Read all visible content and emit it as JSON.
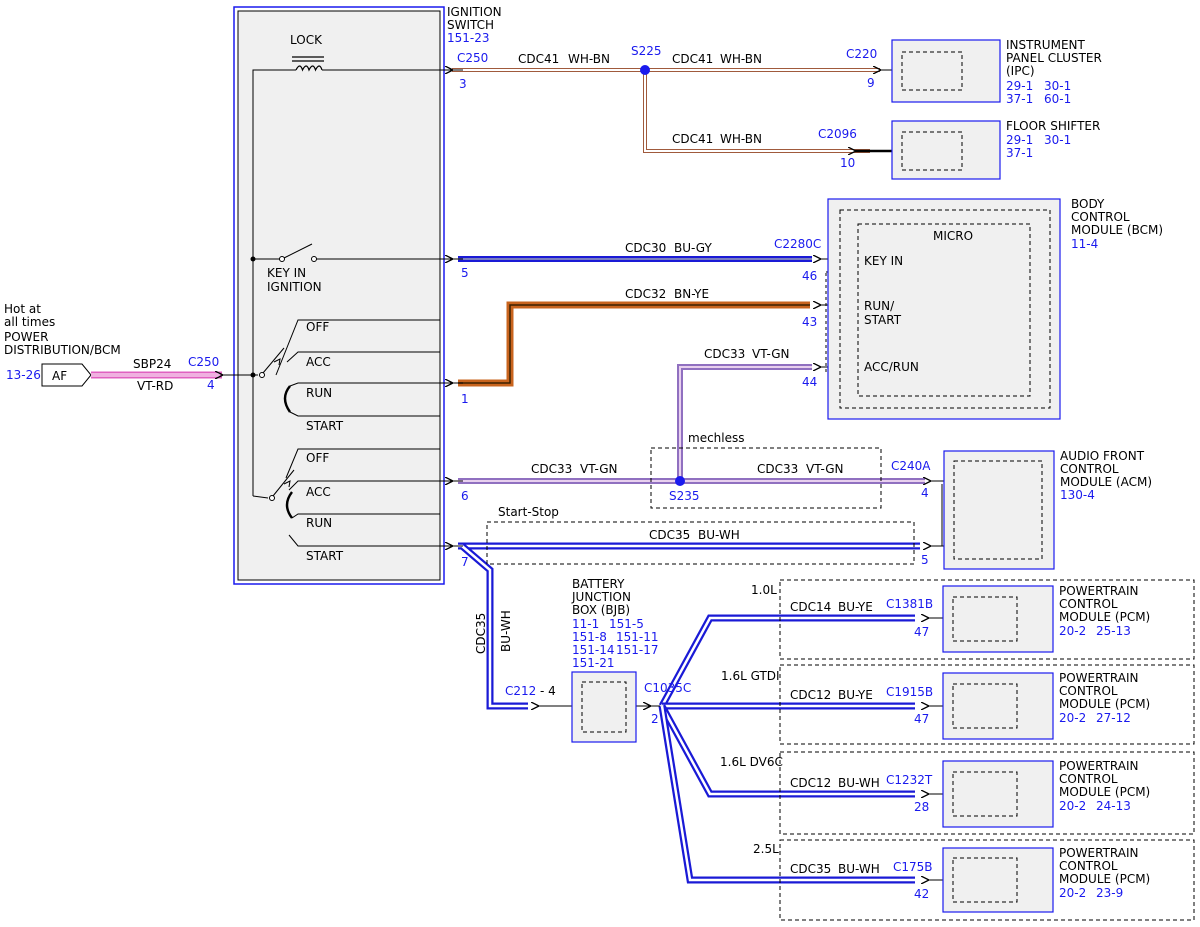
{
  "ignition_switch": {
    "name_line1": "IGNITION",
    "name_line2": "SWITCH",
    "ref": "151-23"
  },
  "switch_labels": {
    "lock": "LOCK",
    "key_in_1": "KEY IN",
    "key_in_2": "IGNITION",
    "off_1": "OFF",
    "acc_1": "ACC",
    "run_1": "RUN",
    "start_1": "START",
    "off_2": "OFF",
    "acc_2": "ACC",
    "run_2": "RUN",
    "start_2": "START"
  },
  "power": {
    "line1": "Hot at",
    "line2": "all times",
    "line3": "POWER",
    "line4": "DISTRIBUTION/BCM",
    "ref": "13-26",
    "fuse": "AF",
    "circuit": "SBP24",
    "color": "VT-RD",
    "connector": "C250",
    "pin": "4"
  },
  "wires": {
    "cdc41_a": "CDC41",
    "cdc41_a_color": "WH-BN",
    "cdc41_b": "CDC41",
    "cdc41_b_color": "WH-BN",
    "cdc41_c": "CDC41",
    "cdc41_c_color": "WH-BN",
    "cdc30": "CDC30",
    "cdc30_color": "BU-GY",
    "cdc32": "CDC32",
    "cdc32_color": "BN-YE",
    "cdc33_a": "CDC33",
    "cdc33_a_color": "VT-GN",
    "cdc33_b": "CDC33",
    "cdc33_b_color": "VT-GN",
    "cdc33_c": "CDC33",
    "cdc33_c_color": "VT-GN",
    "cdc35_a": "CDC35",
    "cdc35_a_color": "BU-WH",
    "cdc35_v": "CDC35",
    "cdc35_v_color": "BU-WH",
    "cdc14": "CDC14",
    "cdc14_color": "BU-YE",
    "cdc12_a": "CDC12",
    "cdc12_a_color": "BU-YE",
    "cdc12_b": "CDC12",
    "cdc12_b_color": "BU-WH",
    "cdc35_b": "CDC35",
    "cdc35_b_color": "BU-WH"
  },
  "connectors": {
    "c250_top": "C250",
    "c250_top_pin": "3",
    "s225": "S225",
    "s235": "S235",
    "c220": "C220",
    "c220_pin": "9",
    "c2096": "C2096",
    "c2096_pin": "10",
    "c2280c": "C2280C",
    "pin46": "46",
    "pin43": "43",
    "pin44": "44",
    "pin5_left": "5",
    "pin1_left": "1",
    "pin6_left": "6",
    "pin7_left": "7",
    "c240a": "C240A",
    "c240a_pin4": "4",
    "c240a_pin5": "5",
    "c212": "C212",
    "c212_pin": "- 4",
    "c1035c": "C1035C",
    "c1035c_pin": "2",
    "c1381b": "C1381B",
    "c1381b_pin": "47",
    "c1915b": "C1915B",
    "c1915b_pin": "47",
    "c1232t": "C1232T",
    "c1232t_pin": "28",
    "c175b": "C175B",
    "c175b_pin": "42"
  },
  "ipc": {
    "l1": "INSTRUMENT",
    "l2": "PANEL CLUSTER",
    "l3": "(IPC)",
    "r1": "29-1",
    "r2": "30-1",
    "r3": "37-1",
    "r4": "60-1"
  },
  "floor": {
    "l1": "FLOOR SHIFTER",
    "r1": "29-1",
    "r2": "30-1",
    "r3": "37-1"
  },
  "bcm": {
    "l1": "BODY",
    "l2": "CONTROL",
    "l3": "MODULE (BCM)",
    "ref": "11-4",
    "micro": "MICRO",
    "key_in": "KEY IN",
    "run_1": "RUN/",
    "run_2": "START",
    "acc_run": "ACC/RUN"
  },
  "acm": {
    "l1": "AUDIO FRONT",
    "l2": "CONTROL",
    "l3": "MODULE (ACM)",
    "ref": "130-4"
  },
  "options": {
    "mechless": "mechless",
    "start_stop": "Start-Stop",
    "v10l": "1.0L",
    "v16gtdi": "1.6L GTDI",
    "v16dv6c": "1.6L DV6C",
    "v25l": "2.5L"
  },
  "bjb": {
    "l1": "BATTERY",
    "l2": "JUNCTION",
    "l3": "BOX (BJB)",
    "r1a": "11-1",
    "r1b": "151-5",
    "r2a": "151-8",
    "r2b": "151-11",
    "r3a": "151-14",
    "r3b": "151-17",
    "r4a": "151-21"
  },
  "pcm1": {
    "l1": "POWERTRAIN",
    "l2": "CONTROL",
    "l3": "MODULE (PCM)",
    "ra": "20-2",
    "rb": "25-13"
  },
  "pcm2": {
    "l1": "POWERTRAIN",
    "l2": "CONTROL",
    "l3": "MODULE (PCM)",
    "ra": "20-2",
    "rb": "27-12"
  },
  "pcm3": {
    "l1": "POWERTRAIN",
    "l2": "CONTROL",
    "l3": "MODULE (PCM)",
    "ra": "20-2",
    "rb": "24-13"
  },
  "pcm4": {
    "l1": "POWERTRAIN",
    "l2": "CONTROL",
    "l3": "MODULE (PCM)",
    "ra": "20-2",
    "rb": "23-9"
  },
  "colors": {
    "blue_text": "#1a1aee",
    "wire_blue": "#1a1ad6",
    "wire_orange": "#c8641e",
    "wire_pink": "#e060c0",
    "wire_violet": "#9070c0",
    "wire_brown": "#a05a3c"
  }
}
